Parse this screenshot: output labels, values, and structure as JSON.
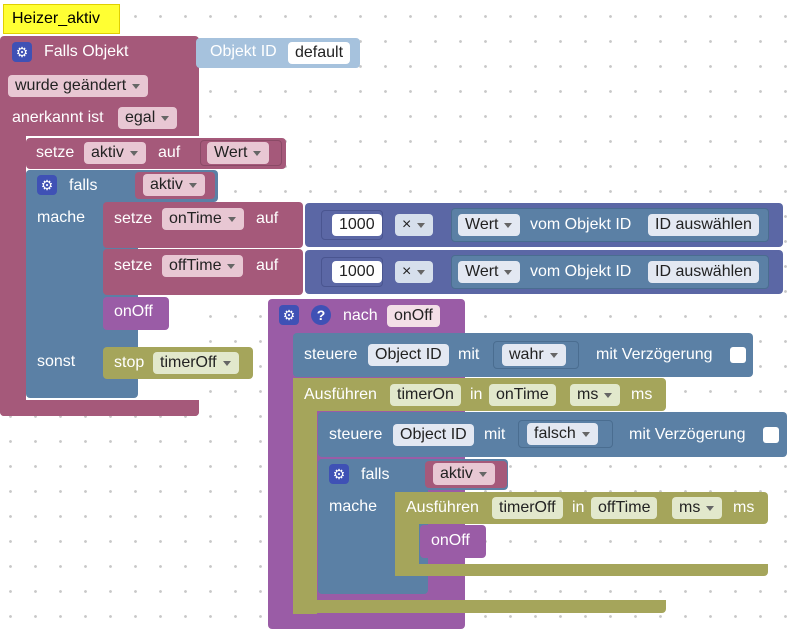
{
  "comment_label": "Heizer_aktiv",
  "event": {
    "title": "Falls Objekt",
    "object_label": "Objekt ID",
    "object_value": "default",
    "trigger": "wurde geändert",
    "ack_label": "anerkannt ist",
    "ack_value": "egal"
  },
  "set_active": {
    "kw": "setze",
    "var": "aktiv",
    "auf": "auf",
    "value": "Wert"
  },
  "if_block": {
    "falls": "falls",
    "cond": "aktiv",
    "mache": "mache",
    "sonst": "sonst",
    "set1": {
      "kw": "setze",
      "var": "onTime",
      "auf": "auf",
      "num": "1000",
      "op": "×",
      "prop": "Wert",
      "vom": "vom Objekt ID",
      "id": "ID auswählen"
    },
    "set2": {
      "kw": "setze",
      "var": "offTime",
      "auf": "auf",
      "num": "1000",
      "op": "×",
      "prop": "Wert",
      "vom": "vom Objekt ID",
      "id": "ID auswählen"
    },
    "call": "onOff",
    "stop": {
      "kw": "stop",
      "timer": "timerOff"
    }
  },
  "function_block": {
    "nach": "nach",
    "name": "onOff",
    "control1": {
      "kw": "steuere",
      "obj": "Object ID",
      "mit": "mit",
      "val": "wahr",
      "delay": "mit Verzögerung"
    },
    "timer1": {
      "kw": "Ausführen",
      "name": "timerOn",
      "in": "in",
      "time": "onTime",
      "unit": "ms",
      "ms": "ms"
    },
    "control2": {
      "kw": "steuere",
      "obj": "Object ID",
      "mit": "mit",
      "val": "falsch",
      "delay": "mit Verzögerung"
    },
    "if2": {
      "falls": "falls",
      "cond": "aktiv",
      "mache": "mache"
    },
    "timer2": {
      "kw": "Ausführen",
      "name": "timerOff",
      "in": "in",
      "time": "offTime",
      "unit": "ms",
      "ms": "ms"
    },
    "call": "onOff"
  },
  "colors": {
    "event": "#a5597a",
    "logic": "#5b80a5",
    "math": "#5b67a5",
    "func": "#9a5ca6",
    "timer": "#a5a55b",
    "comment": "#ffff33"
  }
}
